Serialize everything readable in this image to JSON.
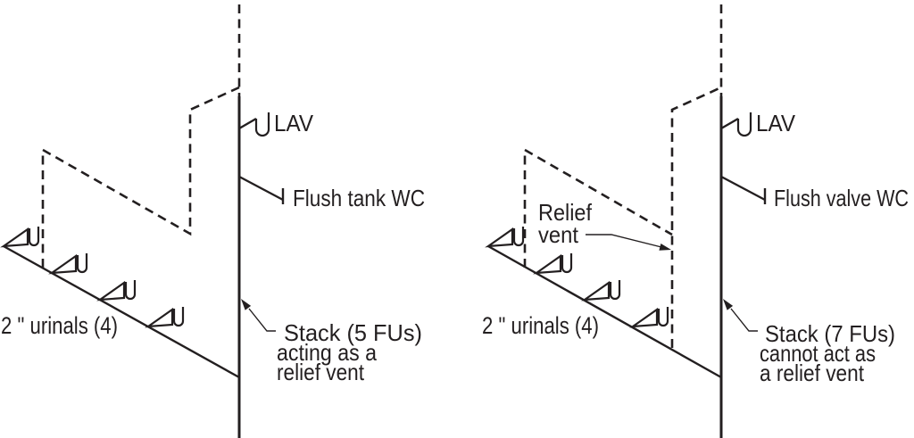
{
  "figure": {
    "description_visible_text_only": true,
    "colors": {
      "ink": "#231f20",
      "background": "#ffffff"
    }
  },
  "left_diagram": {
    "lav_label": "LAV",
    "wc_label": "Flush tank WC",
    "urinals_label": "2 \" urinals (4)",
    "stack_note": [
      "Stack (5 FUs)",
      "acting as a",
      "relief vent"
    ]
  },
  "right_diagram": {
    "lav_label": "LAV",
    "wc_label": "Flush valve WC",
    "urinals_label": "2 \" urinals (4)",
    "relief_vent_label": [
      "Relief",
      "vent"
    ],
    "stack_note": [
      "Stack (7 FUs)",
      "cannot act as",
      "a relief vent"
    ]
  }
}
